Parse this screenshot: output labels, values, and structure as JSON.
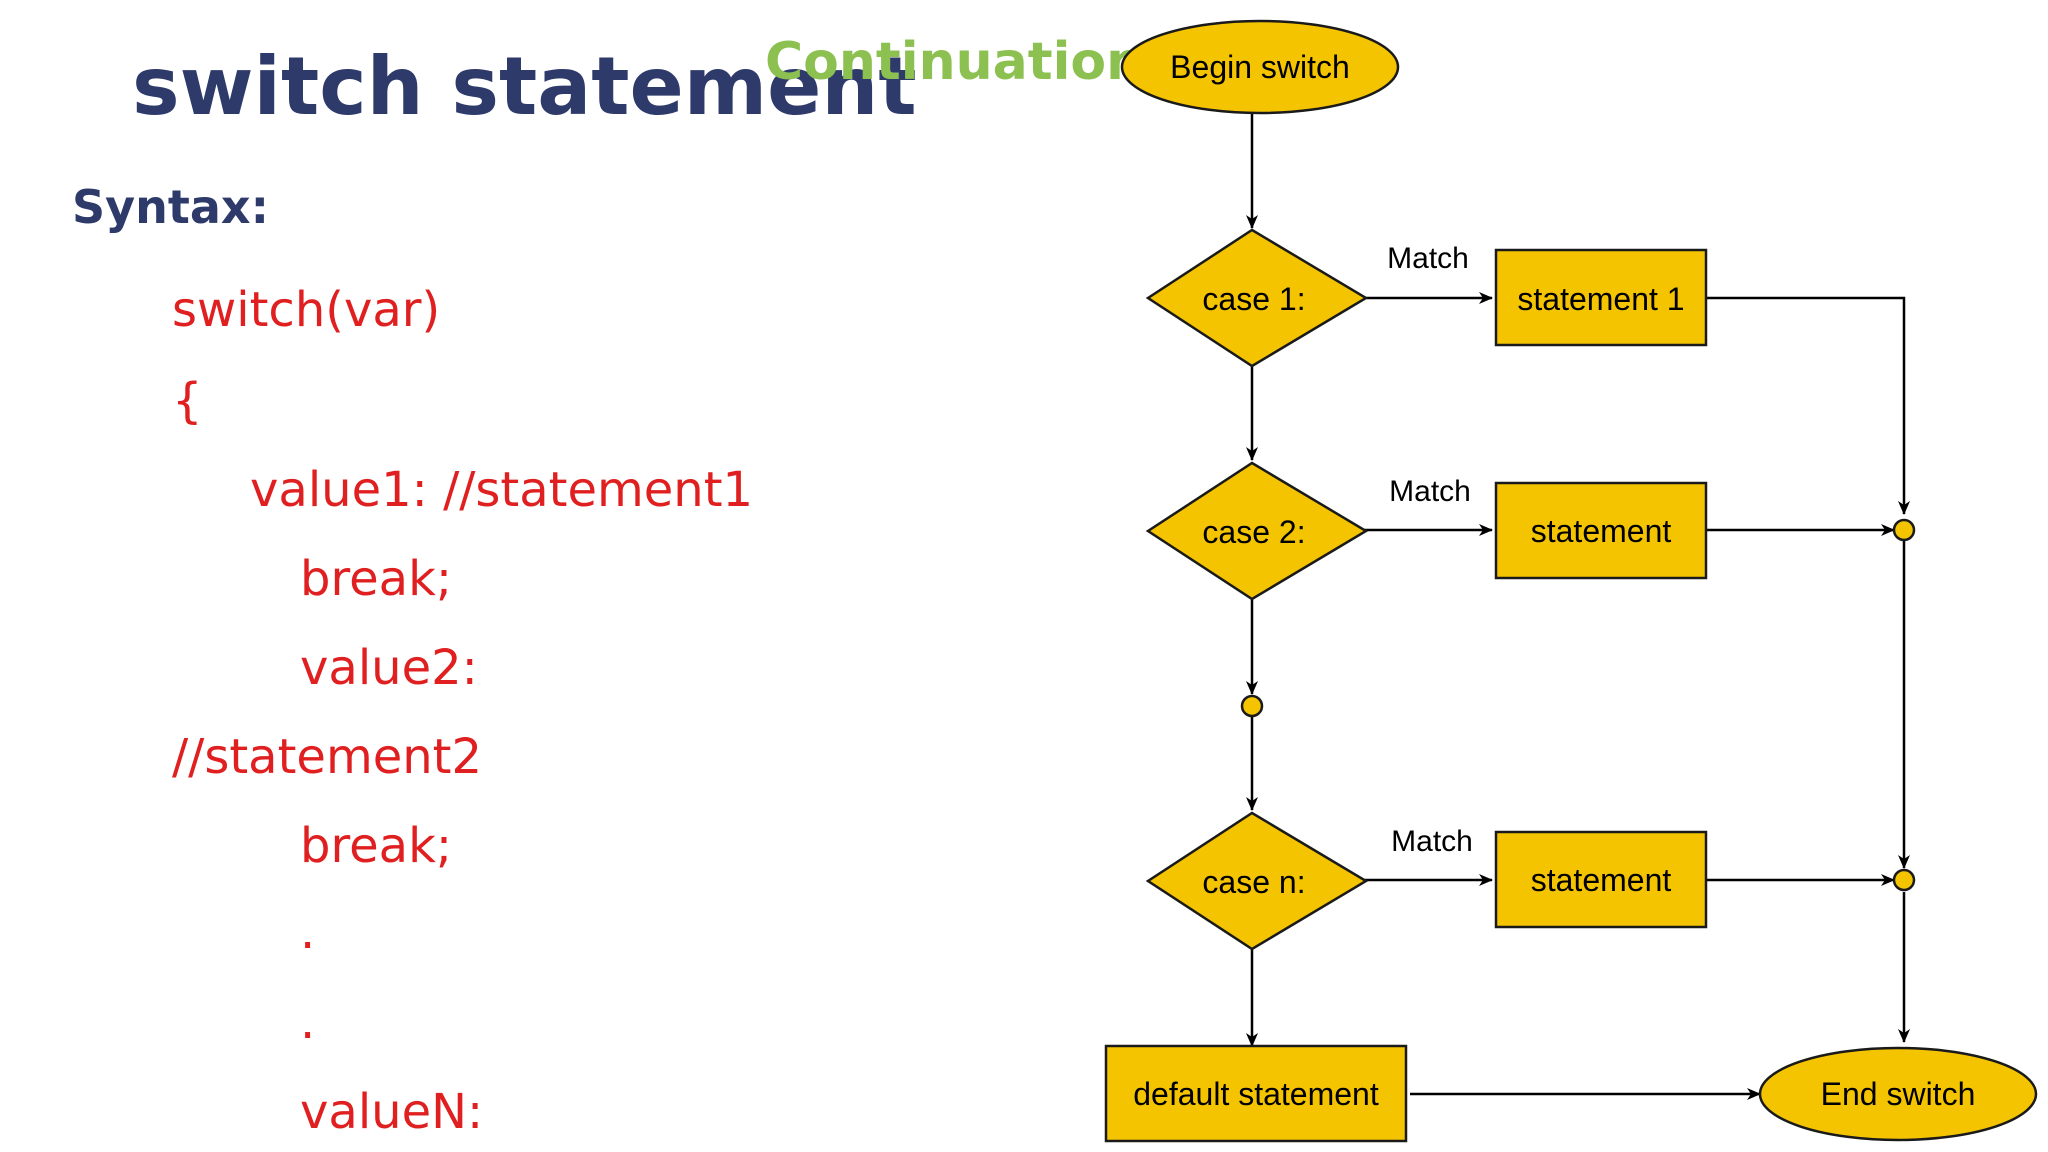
{
  "slide": {
    "title": "switch statement",
    "subtitle": "Continuation",
    "syntax_label": "Syntax:"
  },
  "code": {
    "lines": [
      "switch(var)",
      "{",
      "value1: //statement1",
      "break;",
      "value2:",
      "//statement2",
      "break;",
      ".",
      ".",
      "valueN:"
    ]
  },
  "flowchart": {
    "begin": "Begin switch",
    "end": "End switch",
    "match_label": "Match",
    "case1": "case 1:",
    "case2": "case 2:",
    "casen": "case n:",
    "statement1": "statement 1",
    "statement2": "statement",
    "statementn": "statement",
    "default": "default statement",
    "colors": {
      "shape_fill": "#f5c400",
      "shape_stroke": "#1a1a1a",
      "line": "#000000"
    }
  }
}
